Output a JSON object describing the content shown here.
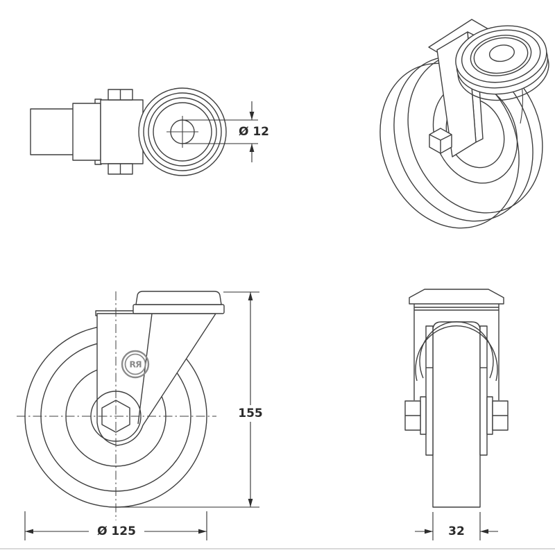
{
  "drawing": {
    "colors": {
      "background": "#ffffff",
      "line": "#3f3f3f",
      "dimension_text": "#2b2b2b",
      "logo": "#8a8a8a",
      "bottom_divider": "#d9d9d9"
    },
    "top_view": {
      "bore_dimension": "Ø 12"
    },
    "side_view": {
      "overall_height": "155",
      "wheel_diameter": "Ø 125",
      "logo_text": "RЯ"
    },
    "front_view": {
      "wheel_width": "32"
    }
  }
}
